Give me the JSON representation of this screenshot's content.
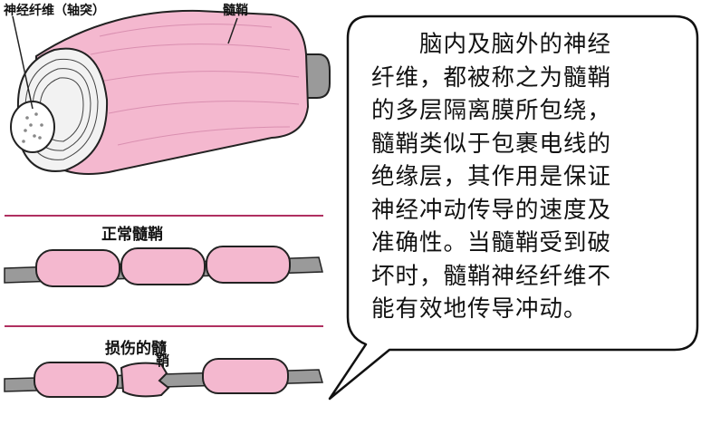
{
  "labels": {
    "nerve_fiber": "神经纤维（轴突）",
    "myelin": "髓鞘",
    "normal_myelin": "正常髓鞘",
    "damaged_myelin_line1": "损伤的髓",
    "damaged_myelin_line2": "鞘"
  },
  "bubble": {
    "lines": [
      "　　脑内及脑外的神经",
      "纤维，都被称之为髓鞘",
      "的多层隔离膜所包绕，",
      "髓鞘类似于包裹电线的",
      "绝缘层，其作用是保证",
      "神经冲动传导的速度及",
      "准确性。当髓鞘受到破",
      "坏时，髓鞘神经纤维不",
      "能有效地传导冲动。"
    ]
  },
  "colors": {
    "myelin": "#f4b8cf",
    "axon": "#9a9a9a",
    "divider": "#b03060",
    "outline": "#222222"
  }
}
